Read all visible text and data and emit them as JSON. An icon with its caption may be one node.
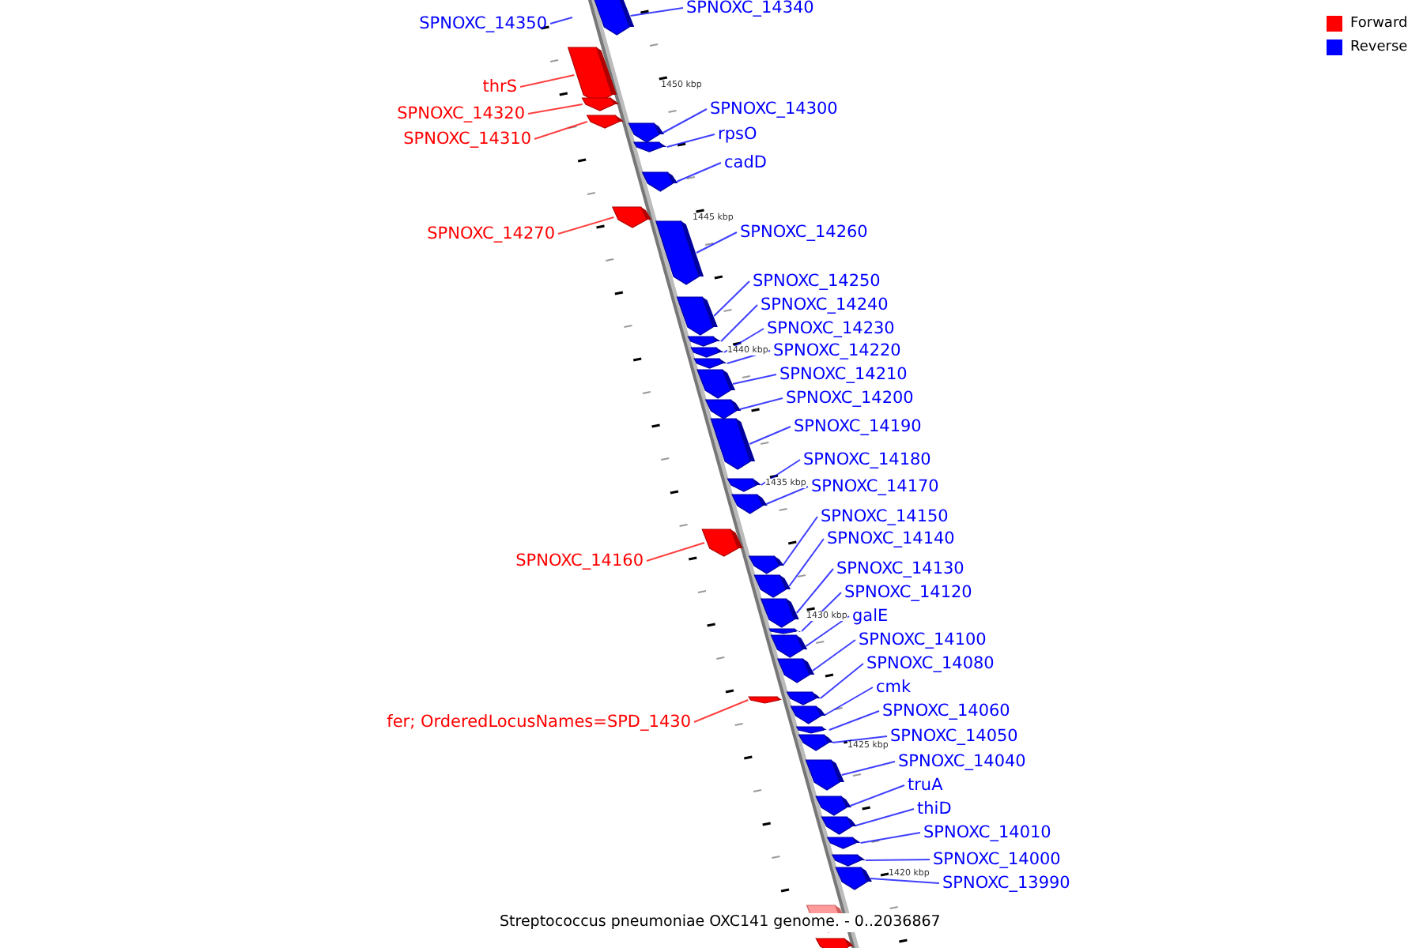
{
  "diagram": {
    "caption": "Streptococcus pneumoniae OXC141 genome. - 0..2036867",
    "nodes": [
      {
        "text": [
          "SPNOXC_14350"
        ]
      },
      {
        "text": [
          "SPNOXC_14340"
        ]
      },
      {
        "text": [],
        "shape": "bar"
      },
      {
        "text": [
          "thrS"
        ]
      },
      {
        "text": [],
        "shape": "bar"
      },
      {
        "text": [
          "SPNOXC_14320"
        ]
      },
      {
        "text": [],
        "shape": "bar"
      },
      {
        "text": [
          "SPNOXC_14310"
        ]
      },
      {
        "text": [],
        "shape": "bar"
      },
      {
        "text": [
          "SPNOXC_14300"
        ]
      },
      {
        "text": [],
        "shape": "bar"
      },
      {
        "text": [
          "rpsO"
        ]
      },
      {
        "text": [],
        "shape": "bar"
      },
      {
        "text": [
          "cadD"
        ]
      },
      {
        "text": [],
        "shape": "bar"
      },
      {
        "text": [
          "SPNOXC_14270"
        ]
      },
      {
        "text": [],
        "shape": "bar"
      },
      {
        "text": [
          "SPNOXC_14260"
        ]
      },
      {
        "text": [],
        "shape": "bar"
      },
      {
        "text": [
          "SPNOXC_14250"
        ]
      },
      {
        "text": [],
        "shape": "bar"
      },
      {
        "text": [
          "SPNOXC_14240"
        ]
      },
      {
        "text": [],
        "shape": "bar"
      },
      {
        "text": [
          "SPNOXC_14230"
        ]
      },
      {
        "text": [],
        "shape": "bar"
      },
      {
        "text": [
          "SPNOXC_14220"
        ]
      },
      {
        "text": [],
        "shape": "bar"
      },
      {
        "text": [
          "SPNOXC_14210"
        ]
      },
      {
        "text": [],
        "shape": "bar"
      },
      {
        "text": [
          "SPNOXC_14200"
        ]
      },
      {
        "text": [],
        "shape": "bar"
      },
      {
        "text": [
          "SPNOXC_14190"
        ]
      },
      {
        "text": [],
        "shape": "bar"
      },
      {
        "text": [
          "SPNOXC_14180"
        ]
      },
      {
        "text": [],
        "shape": "bar"
      },
      {
        "text": [
          "SPNOXC_14170"
        ]
      },
      {
        "text": [],
        "shape": "bar"
      },
      {
        "text": [
          "SPNOXC_14150"
        ]
      },
      {
        "text": [],
        "shape": "bar"
      },
      {
        "text": [
          "SPNOXC_14140"
        ]
      },
      {
        "text": [],
        "shape": "bar"
      },
      {
        "text": [
          "SPNOXC_14160"
        ]
      },
      {
        "text": [],
        "shape": "bar"
      },
      {
        "text": [
          "SPNOXC_14130"
        ]
      },
      {
        "text": [],
        "shape": "bar"
      },
      {
        "text": [
          "SPNOXC_14120"
        ]
      },
      {
        "text": [],
        "shape": "bar"
      },
      {
        "text": [
          "galE"
        ]
      },
      {
        "text": [],
        "shape": "bar"
      },
      {
        "text": [
          "SPNOXC_14100"
        ]
      },
      {
        "text": [],
        "shape": "bar"
      },
      {
        "text": [
          "SPNOXC_14080"
        ]
      },
      {
        "text": [],
        "shape": "bar"
      },
      {
        "text": [
          "cmk"
        ]
      },
      {
        "text": [],
        "shape": "bar"
      },
      {
        "text": [
          "fer; OrderedLocusNames=SPD_1430"
        ]
      },
      {
        "text": [],
        "shape": "bar"
      },
      {
        "text": [
          "SPNOXC_14060"
        ]
      },
      {
        "text": [],
        "shape": "bar"
      },
      {
        "text": [
          "SPNOXC_14050"
        ]
      },
      {
        "text": [],
        "shape": "bar"
      },
      {
        "text": [
          "SPNOXC_14040"
        ]
      },
      {
        "text": [],
        "shape": "bar"
      },
      {
        "text": [
          "truA"
        ]
      },
      {
        "text": [],
        "shape": "bar"
      },
      {
        "text": [
          "thiD"
        ]
      },
      {
        "text": [],
        "shape": "bar"
      },
      {
        "text": [
          "SPNOXC_14010"
        ]
      },
      {
        "text": [],
        "shape": "bar"
      },
      {
        "text": [
          "SPNOXC_14000"
        ]
      },
      {
        "text": [],
        "shape": "bar"
      },
      {
        "text": [
          "SPNOXC_13990"
        ]
      },
      {
        "text": [],
        "shape": "bar"
      },
      {
        "text": [],
        "shape": "bar"
      },
      {
        "text": [],
        "shape": "bar"
      }
    ],
    "edges": [
      {
        "from": 0,
        "to": null,
        "arrow": "none"
      },
      {
        "from": 1,
        "to": 2,
        "arrow": "none"
      },
      {
        "from": 3,
        "to": 4,
        "arrow": "none",
        "color": "#ff0000"
      },
      {
        "from": 5,
        "to": 6,
        "arrow": "none",
        "color": "#ff0000"
      },
      {
        "from": 7,
        "to": 8,
        "arrow": "none",
        "color": "#ff0000"
      },
      {
        "from": 9,
        "to": 10,
        "arrow": "none"
      },
      {
        "from": 11,
        "to": 12,
        "arrow": "none"
      },
      {
        "from": 13,
        "to": 14,
        "arrow": "none"
      },
      {
        "from": 15,
        "to": 16,
        "arrow": "none",
        "color": "#ff0000"
      },
      {
        "from": 17,
        "to": 18,
        "arrow": "none"
      },
      {
        "from": 19,
        "to": 20,
        "arrow": "none"
      },
      {
        "from": 21,
        "to": 22,
        "arrow": "none"
      },
      {
        "from": 23,
        "to": 24,
        "arrow": "none"
      },
      {
        "from": 25,
        "to": 26,
        "arrow": "none"
      },
      {
        "from": 27,
        "to": 28,
        "arrow": "none"
      },
      {
        "from": 29,
        "to": 30,
        "arrow": "none"
      },
      {
        "from": 31,
        "to": 32,
        "arrow": "none"
      },
      {
        "from": 33,
        "to": 34,
        "arrow": "none"
      },
      {
        "from": 35,
        "to": 36,
        "arrow": "none"
      },
      {
        "from": 37,
        "to": 38,
        "arrow": "none"
      },
      {
        "from": 39,
        "to": 40,
        "arrow": "none"
      },
      {
        "from": 41,
        "to": 42,
        "arrow": "none",
        "color": "#ff0000"
      },
      {
        "from": 43,
        "to": 44,
        "arrow": "none"
      },
      {
        "from": 45,
        "to": 46,
        "arrow": "none"
      },
      {
        "from": 47,
        "to": 48,
        "arrow": "none"
      },
      {
        "from": 49,
        "to": 50,
        "arrow": "none"
      },
      {
        "from": 51,
        "to": 52,
        "arrow": "none"
      },
      {
        "from": 53,
        "to": 54,
        "arrow": "none"
      },
      {
        "from": 55,
        "to": 56,
        "arrow": "none",
        "color": "#ff0000"
      },
      {
        "from": 57,
        "to": 58,
        "arrow": "none"
      },
      {
        "from": 59,
        "to": 60,
        "arrow": "none"
      },
      {
        "from": 61,
        "to": 62,
        "arrow": "none"
      },
      {
        "from": 63,
        "to": 64,
        "arrow": "none"
      },
      {
        "from": 65,
        "to": 66,
        "arrow": "none"
      },
      {
        "from": 67,
        "to": 68,
        "arrow": "none"
      },
      {
        "from": 69,
        "to": 70,
        "arrow": "none"
      },
      {
        "from": 71,
        "to": 72,
        "arrow": "none"
      }
    ],
    "labels": [
      "1450 kbp",
      "1445 kbp",
      "1440 kbp",
      "1435 kbp",
      "1430 kbp",
      "1425 kbp",
      "1420 kbp"
    ],
    "legend": [
      {
        "text": "Forward",
        "color": "#ff0000"
      },
      {
        "text": "Reverse",
        "color": "#0000ff"
      }
    ]
  }
}
